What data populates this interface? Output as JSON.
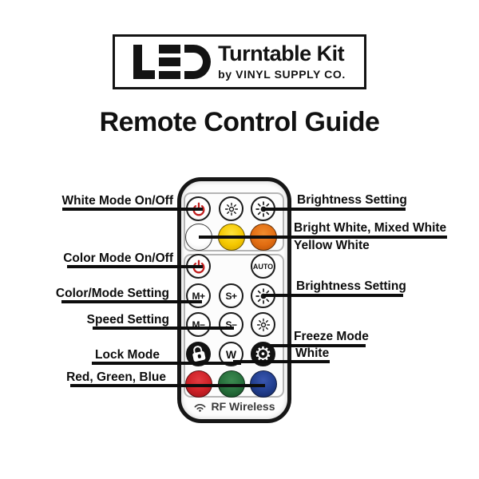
{
  "logo": {
    "led_mark": "LED",
    "product": "Turntable Kit",
    "byline": "by VINYL SUPPLY CO."
  },
  "title": "Remote Control Guide",
  "callouts": {
    "left": [
      {
        "label": "White Mode On/Off"
      },
      {
        "label": "Color Mode On/Off"
      },
      {
        "label": "Color/Mode Setting"
      },
      {
        "label": "Speed Setting"
      },
      {
        "label": "Lock Mode"
      },
      {
        "label": "Red, Green, Blue"
      }
    ],
    "right": [
      {
        "label": "Brightness Setting"
      },
      {
        "label": "Bright White, Mixed White"
      },
      {
        "label": "Yellow White"
      },
      {
        "label": "Brightness Setting"
      },
      {
        "label": "Freeze Mode"
      },
      {
        "label": "White"
      }
    ]
  },
  "remote": {
    "buttons": {
      "auto": "AUTO",
      "mode_up": "M+",
      "speed_up": "S+",
      "mode_down": "M−",
      "speed_down": "S−",
      "white": "W"
    },
    "footer": "RF Wireless",
    "colors": {
      "power_icon": "#c11e1e",
      "bright_white_button": "#ffffff",
      "yellow_white_button": "#f5c800",
      "mixed_white_button": "#e26d12",
      "red_button": "#ce2127",
      "green_button": "#27703c",
      "blue_button": "#223f90"
    }
  }
}
